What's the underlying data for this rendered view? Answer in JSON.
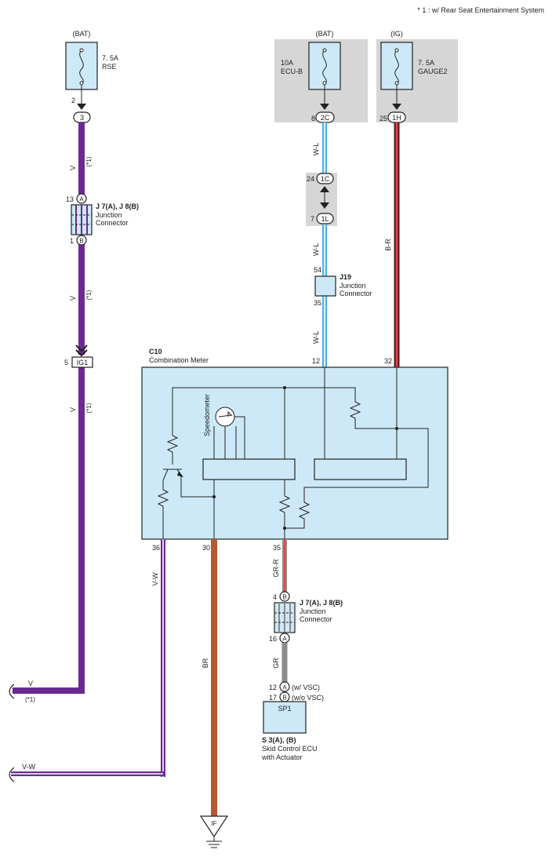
{
  "footnote": "* 1 : w/ Rear Seat Entertainment System",
  "colors": {
    "violet": "#6b2a92",
    "brown": "#b35a2e",
    "white_blue": "#4ab3e6",
    "black_red": "#d43b3b",
    "gray": "#8c8c8c",
    "component_fill": "#cde9f7",
    "shade": "#d6d6d6"
  },
  "fuses": [
    {
      "source": "(BAT)",
      "rating": "7. 5A",
      "name": "RSE",
      "pin": "2",
      "connector": "3"
    },
    {
      "source": "(BAT)",
      "rating": "10A",
      "name": "ECU-B",
      "pin": "8",
      "connector": "2C"
    },
    {
      "source": "(IG)",
      "rating": "7. 5A",
      "name": "GAUGE2",
      "pin": "25",
      "connector": "1H"
    }
  ],
  "wires": {
    "v": "V",
    "note": "(*1)",
    "wl": "W-L",
    "br_red": "B-R",
    "vw": "V-W",
    "br": "BR",
    "grr": "GR-R",
    "gr": "GR"
  },
  "junction_left": {
    "title": "J 7(A), J 8(B)",
    "sub1": "Junction",
    "sub2": "Connector",
    "top_pin": "13",
    "top_conn": "A",
    "bottom_pin": "1",
    "bottom_conn": "B"
  },
  "ig1": {
    "pin": "5",
    "label": "IG1"
  },
  "inline_connector": {
    "top_pin": "24",
    "top_conn": "1C",
    "bottom_pin": "7",
    "bottom_conn": "1L"
  },
  "j19": {
    "title": "J19",
    "sub1": "Junction",
    "sub2": "Connector",
    "top_pin": "54",
    "bottom_pin": "35"
  },
  "meter": {
    "code": "C10",
    "name": "Combination Meter",
    "speedometer": "Speedometer",
    "pins": {
      "p12": "12",
      "p32": "32",
      "p36": "36",
      "p30": "30",
      "p35": "35"
    }
  },
  "junction_bottom": {
    "title": "J 7(A), J 8(B)",
    "sub1": "Junction",
    "sub2": "Connector",
    "top_pin": "4",
    "top_conn": "B",
    "bottom_pin": "16",
    "bottom_conn": "A"
  },
  "skid": {
    "pin_a": "12",
    "conn_a": "A",
    "note_a": "(w/ VSC)",
    "pin_b": "17",
    "conn_b": "B",
    "note_b": "(w/o VSC)",
    "box": "SP1",
    "title": "S 3(A), (B)",
    "name1": "Skid Control ECU",
    "name2": "with Actuator"
  },
  "ground": "IF"
}
